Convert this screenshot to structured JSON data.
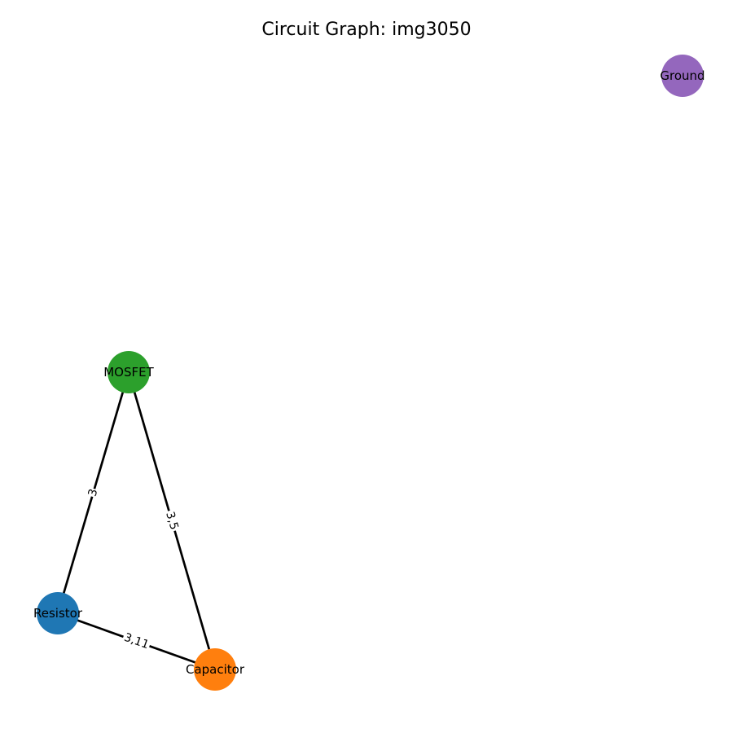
{
  "title": "Circuit Graph: img3050",
  "nodes": [
    {
      "id": "ground",
      "label": "Ground",
      "color": "#9467bd"
    },
    {
      "id": "mosfet",
      "label": "MOSFET",
      "color": "#2ca02c"
    },
    {
      "id": "resistor",
      "label": "Resistor",
      "color": "#1f77b4"
    },
    {
      "id": "capacitor",
      "label": "Capacitor",
      "color": "#ff7f0e"
    }
  ],
  "edges": [
    {
      "id": "mosfet-resistor",
      "source": "mosfet",
      "target": "resistor",
      "label": "3"
    },
    {
      "id": "mosfet-capacitor",
      "source": "mosfet",
      "target": "capacitor",
      "label": "3,5"
    },
    {
      "id": "resistor-capacitor",
      "source": "resistor",
      "target": "capacitor",
      "label": "3,11"
    }
  ],
  "edge_color": "#000000"
}
